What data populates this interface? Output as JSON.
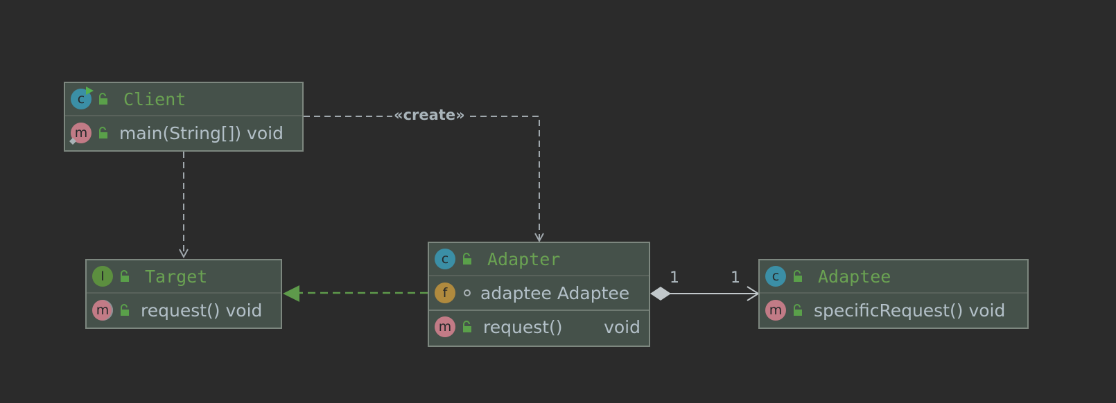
{
  "diagram": {
    "nodes": {
      "client": {
        "name": "Client",
        "kind_icon": "class-icon",
        "members": [
          {
            "text": "main(String[]) void",
            "kind_icon": "method-icon"
          }
        ]
      },
      "target": {
        "name": "Target",
        "kind_icon": "interface-icon",
        "members": [
          {
            "text": "request() void",
            "kind_icon": "method-icon"
          }
        ]
      },
      "adapter": {
        "name": "Adapter",
        "kind_icon": "class-icon",
        "fields": [
          {
            "text": "adaptee Adaptee",
            "kind_icon": "field-icon"
          }
        ],
        "methods": [
          {
            "name": "request()",
            "type": "void",
            "kind_icon": "method-icon"
          }
        ]
      },
      "adaptee": {
        "name": "Adaptee",
        "kind_icon": "class-icon",
        "members": [
          {
            "text": "specificRequest() void",
            "kind_icon": "method-icon"
          }
        ]
      }
    },
    "badges": {
      "class": "c",
      "interface": "I",
      "method": "m",
      "field": "f"
    },
    "edges": {
      "create_label": "«create»",
      "assoc_source_multiplicity": "1",
      "assoc_target_multiplicity": "1"
    },
    "colors": {
      "background": "#2b2b2b",
      "node_fill": "#45514a",
      "node_border": "#7d877f",
      "title": "#6aa252",
      "text": "#b7c3ca",
      "realization": "#5e9a4b",
      "dependency": "#a0a8ad"
    }
  }
}
